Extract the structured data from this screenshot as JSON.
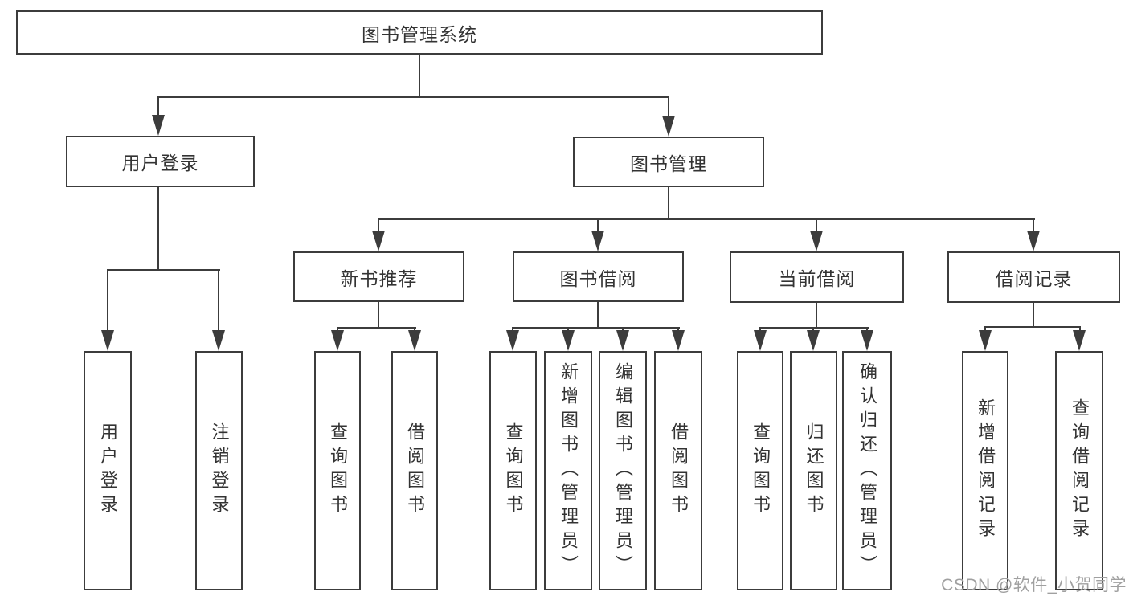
{
  "tree": {
    "root": {
      "label": "图书管理系统"
    },
    "user_login": {
      "label": "用户登录",
      "children": [
        {
          "label": "用户登录"
        },
        {
          "label": "注销登录"
        }
      ]
    },
    "book_mgmt": {
      "label": "图书管理",
      "groups": [
        {
          "label": "新书推荐",
          "children": [
            {
              "label": "查询图书"
            },
            {
              "label": "借阅图书"
            }
          ]
        },
        {
          "label": "图书借阅",
          "children": [
            {
              "label": "查询图书"
            },
            {
              "label": "新增图书（管理员）"
            },
            {
              "label": "编辑图书（管理员）"
            },
            {
              "label": "借阅图书"
            }
          ]
        },
        {
          "label": "当前借阅",
          "children": [
            {
              "label": "查询图书"
            },
            {
              "label": "归还图书"
            },
            {
              "label": "确认归还（管理员）"
            }
          ]
        },
        {
          "label": "借阅记录",
          "children": [
            {
              "label": "新增借阅记录"
            },
            {
              "label": "查询借阅记录"
            }
          ]
        }
      ]
    }
  },
  "watermark": "CSDN @软件_小贺同学",
  "colors": {
    "line": "#3c3c3c",
    "text": "#333333",
    "watermark": "#a0a0a0",
    "background": "#ffffff"
  }
}
